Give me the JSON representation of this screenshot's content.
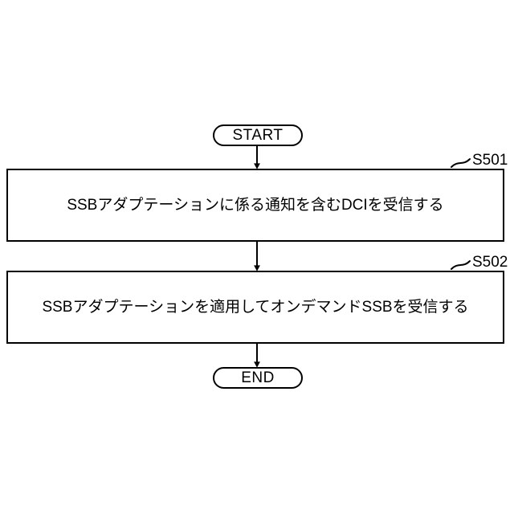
{
  "figure": {
    "type": "flowchart",
    "orientation": "vertical",
    "background_color": "#ffffff",
    "stroke_color": "#000000"
  },
  "nodes": {
    "start": {
      "label": "START",
      "shape": "stadium"
    },
    "end": {
      "label": "END",
      "shape": "stadium"
    },
    "step_1": {
      "ref": "S501",
      "text": "SSBアダプテーションに係る通知を含むDCIを受信する",
      "shape": "rectangle"
    },
    "step_2": {
      "ref": "S502",
      "text": "SSBアダプテーションを適用してオンデマンドSSBを受信する",
      "shape": "rectangle"
    }
  },
  "connectors": [
    {
      "name": "start-to-s501",
      "from": "start",
      "to": "step_1",
      "arrowhead": "solid-triangle"
    },
    {
      "name": "s501-to-s502",
      "from": "step_1",
      "to": "step_2",
      "arrowhead": "solid-triangle"
    },
    {
      "name": "s502-to-end",
      "from": "step_2",
      "to": "end",
      "arrowhead": "solid-triangle"
    }
  ]
}
